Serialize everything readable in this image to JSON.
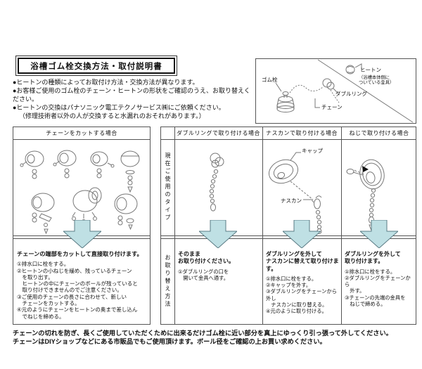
{
  "page": {
    "title": "浴槽ゴム栓交換方法・取付説明書"
  },
  "notes": [
    "●ヒートンの種類によってお取付け方法・交換方法が異なります。",
    "●お客様ご使用のゴム栓のチェーン・ヒートンの形状をご確認のうえ、お取り替えください。",
    "●ヒートンの交換はパナソニック電工テクノサービス㈱にご依頼ください。",
    "（修理技術者以外の人が交換すると水漏れのおそれがあります。）"
  ],
  "diagram": {
    "labels": {
      "plug": "ゴム栓",
      "double_ring": "ダブルリング",
      "chain": "チェーン",
      "heaton": "ヒートン",
      "heaton_note": "（浴槽本体側に\nついている金具）"
    }
  },
  "row_labels": {
    "current_type": "現在ご使用のタイプ",
    "replace_method": "お取り替え方法"
  },
  "columns": [
    {
      "header": "チェーンをカットする場合",
      "heading": "チェーンの端部をカットして直接取り付けます。",
      "steps": [
        "①排水口に栓をする。",
        "②ヒートンの小ねじを緩め、残っているチェーン\n　を取り出す。\n　ヒートンの中にチェーンのボールが残っていると\n　取り付けできませんのでご注意ください。",
        "③ご使用のチェーンの長さに合わせて、新しい\n　チェーンをカットする。",
        "④元のようにチェーンをヒートンの奥まで差し込ん\n　でねじを締める。"
      ]
    },
    {
      "header": "ダブルリングで取り付ける場合",
      "heading": "そのまま\nお取り付けください。",
      "steps": [
        "①ダブルリングの口を\n　開いて金具へ通す。"
      ]
    },
    {
      "header": "ナスカンで取り付ける場合",
      "heading": "ダブルリングを外して\nナスカンに替えて取り付けます。",
      "labels": {
        "cap": "キャップ",
        "snap_hook": "ナスカン"
      },
      "steps": [
        "①排水口に栓をする。",
        "②キャップを外す。",
        "③ダブルリングをチェーンから外し\n　ナスカンに取り替える。",
        "④元のように取り付ける。"
      ]
    },
    {
      "header": "ねじで取り付ける場合",
      "heading": "ダブルリングを外して\n取り付けます。",
      "steps": [
        "①排水口に栓をする。",
        "②ダブルリングをチェーンから\n　外す。",
        "③チェーンの先端の金具を\n　ねじで締める。"
      ]
    }
  ],
  "footer": {
    "line1": "チェーンの切れを防ぎ、長くご使用していただくために出来るだけゴム栓に近い部分を真上にゆっくり引っ張って外してください。",
    "line2": "チェーンはDIYショップなどにある市販品でもご使用頂けます。ボール径をご確認の上お買い求めください。"
  },
  "colors": {
    "arrow_fill": "#bfe0e4",
    "line": "#555555"
  }
}
